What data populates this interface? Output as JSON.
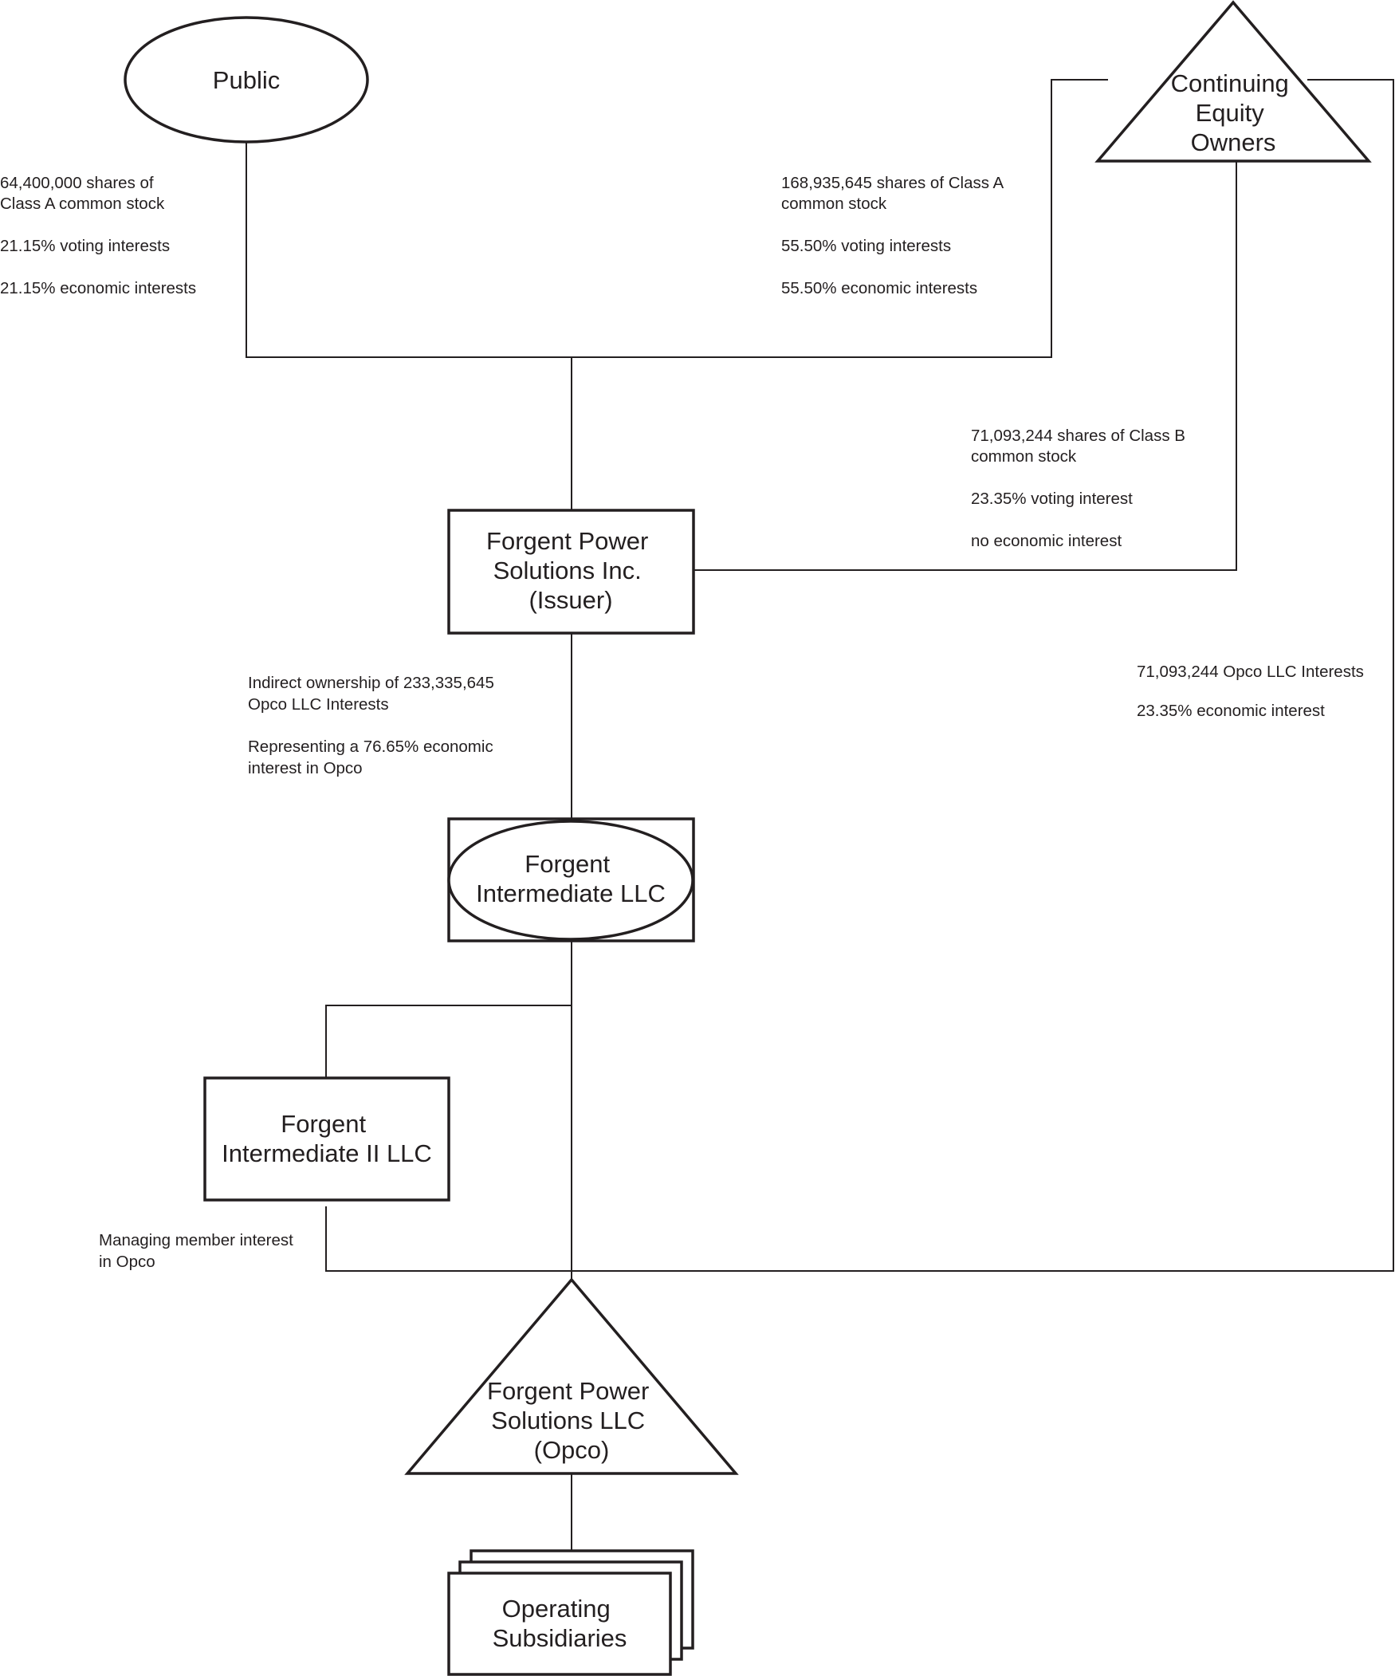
{
  "nodes": {
    "public": [
      "Public"
    ],
    "continuing_equity_owners": [
      "Continuing",
      "Equity",
      "Owners"
    ],
    "issuer": [
      "Forgent Power",
      "Solutions Inc.",
      "(Issuer)"
    ],
    "intermediate": [
      "Forgent",
      "Intermediate LLC"
    ],
    "intermediate_ii": [
      "Forgent",
      "Intermediate II LLC"
    ],
    "opco": [
      "Forgent Power",
      "Solutions LLC",
      "(Opco)"
    ],
    "operating_subsidiaries": [
      "Operating",
      "Subsidiaries"
    ]
  },
  "notes": {
    "public_holdings": [
      "64,400,000 shares of",
      "Class A common stock",
      "",
      "21.15% voting interests",
      "",
      "21.15% economic interests"
    ],
    "ceo_class_a": [
      "168,935,645 shares of Class A",
      "common stock",
      "",
      "55.50% voting interests",
      "",
      "55.50% economic interests"
    ],
    "ceo_class_b": [
      "71,093,244 shares of Class B",
      "common stock",
      "",
      "23.35% voting interest",
      "",
      "no economic interest"
    ],
    "issuer_indirect": [
      "Indirect ownership of 233,335,645",
      "Opco LLC Interests",
      "",
      "Representing a 76.65% economic",
      "interest in Opco"
    ],
    "ceo_opco": [
      "71,093,244 Opco LLC Interests",
      "",
      "23.35% economic interest"
    ],
    "managing_member": [
      "Managing member interest",
      "in Opco"
    ]
  }
}
